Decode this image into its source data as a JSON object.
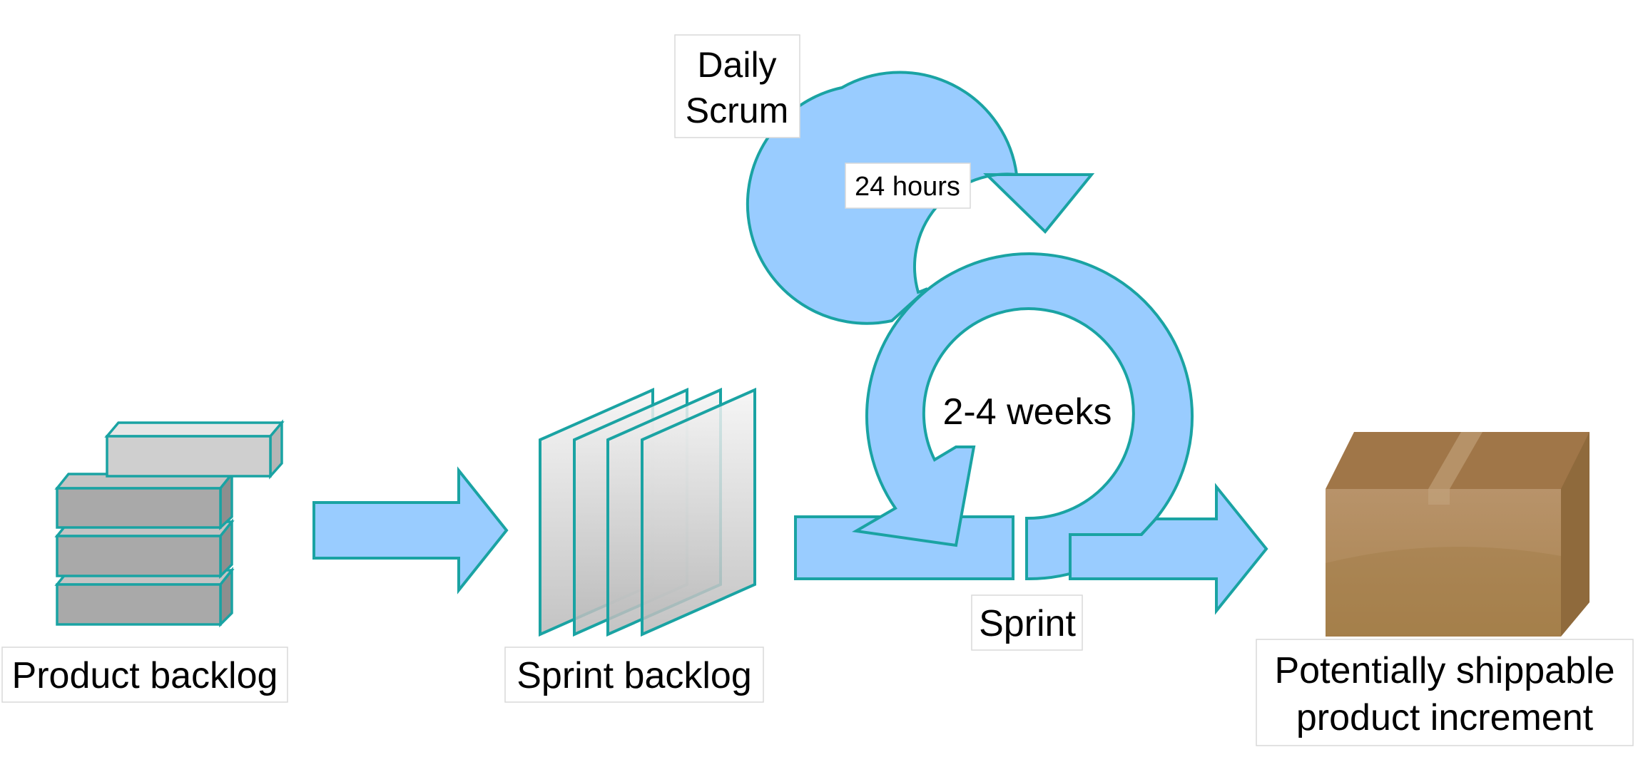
{
  "labels": {
    "daily_scrum_line1": "Daily",
    "daily_scrum_line2": "Scrum",
    "twenty_four_hours": "24 hours",
    "two_four_weeks": "2-4 weeks",
    "sprint": "Sprint",
    "product_backlog": "Product backlog",
    "sprint_backlog": "Sprint backlog",
    "increment_line1": "Potentially shippable",
    "increment_line2": "product increment"
  },
  "colors": {
    "arrow_fill": "#99ccff",
    "outline": "#1aa3a3",
    "box_brown": "#b08d5e"
  },
  "icons": {
    "product_backlog": "stacked-blocks-icon",
    "sprint_backlog": "stacked-sheets-icon",
    "increment": "cardboard-box-icon"
  }
}
